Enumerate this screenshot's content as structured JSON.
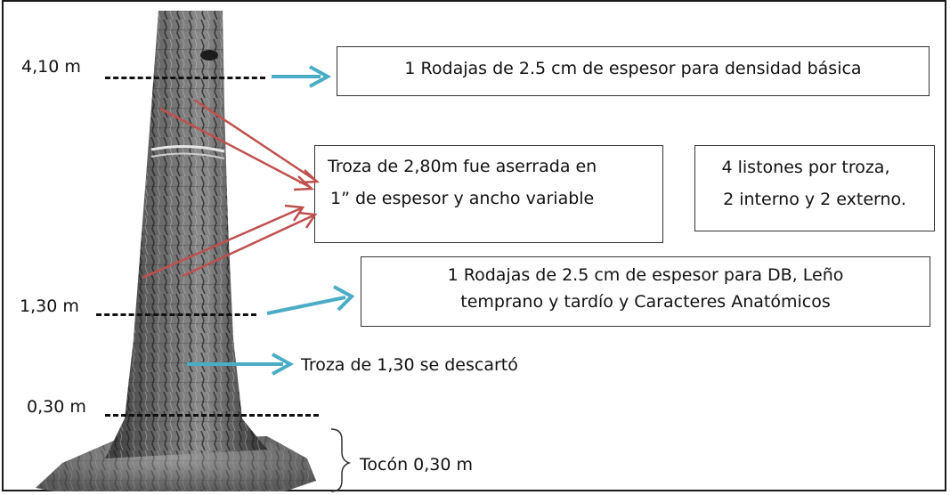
{
  "heights": {
    "h410": "4,10 m",
    "h130": "1,30 m",
    "h030": "0,30 m"
  },
  "boxes": {
    "density_disc": "1 Rodajas de 2.5 cm de espesor para densidad básica",
    "log_sawn": [
      "Troza de 2,80m fue aserrada en",
      "1” de espesor y ancho variable"
    ],
    "battens": [
      "4 listones por troza,",
      "2 interno y 2 externo."
    ],
    "db_disc": [
      "1 Rodajas de 2.5 cm de espesor para DB, Leño",
      "temprano y tardío  y Caracteres Anatómicos"
    ]
  },
  "notes": {
    "discarded": "Troza de 1,30 se descartó",
    "stump": "Tocón 0,30 m"
  },
  "colors": {
    "blue_arrow": "#4bacc6",
    "red_arrow": "#c0504d",
    "bark_dark": "#2b2b2b",
    "bark_light": "#8a8a8a"
  }
}
